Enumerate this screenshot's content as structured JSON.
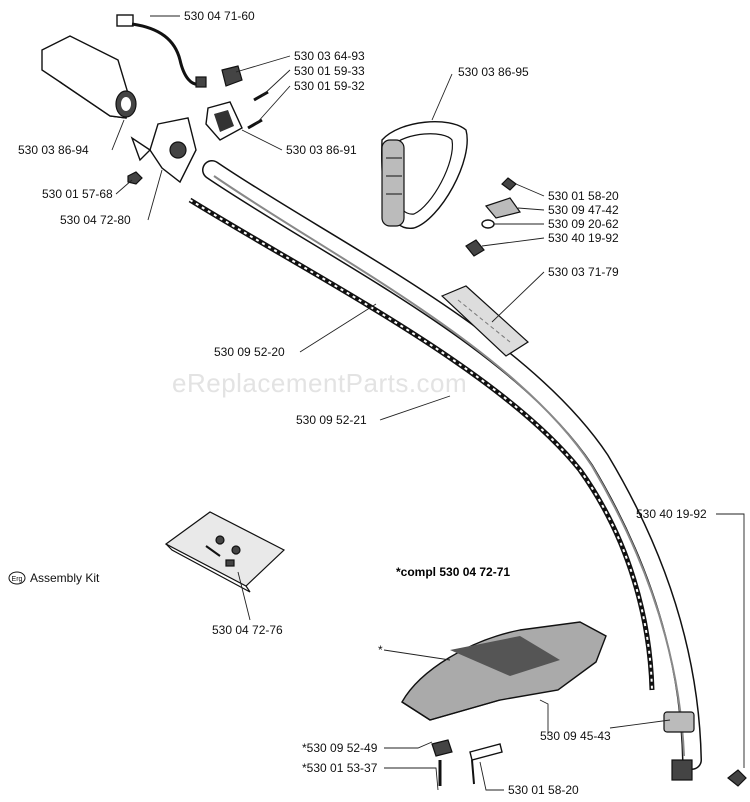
{
  "watermark": "eReplacementParts.com",
  "note_compl": "*compl 530 04 72-71",
  "legend": {
    "badge": "Erg",
    "label": "Assembly Kit"
  },
  "parts": [
    {
      "id": "p1",
      "number": "530 04 71-60"
    },
    {
      "id": "p2",
      "number": "530 03 64-93"
    },
    {
      "id": "p3",
      "number": "530 01 59-33"
    },
    {
      "id": "p4",
      "number": "530 01 59-32"
    },
    {
      "id": "p5",
      "number": "530 03 86-95"
    },
    {
      "id": "p6",
      "number": "530 03 86-94"
    },
    {
      "id": "p7",
      "number": "530 03 86-91"
    },
    {
      "id": "p8",
      "number": "530 01 57-68"
    },
    {
      "id": "p9",
      "number": "530 04 72-80"
    },
    {
      "id": "p10",
      "number": "530 01 58-20"
    },
    {
      "id": "p11",
      "number": "530 09 47-42"
    },
    {
      "id": "p12",
      "number": "530 09 20-62"
    },
    {
      "id": "p13",
      "number": "530 40 19-92"
    },
    {
      "id": "p14",
      "number": "530 03 71-79"
    },
    {
      "id": "p15",
      "number": "530 09 52-20"
    },
    {
      "id": "p16",
      "number": "530 09 52-21"
    },
    {
      "id": "p17",
      "number": "530 40 19-92"
    },
    {
      "id": "p18",
      "number": "530 04 72-76"
    },
    {
      "id": "p19",
      "number": "*"
    },
    {
      "id": "p20",
      "number": "*530 09 52-49"
    },
    {
      "id": "p21",
      "number": "*530 01 53-37"
    },
    {
      "id": "p22",
      "number": "530 01 58-20"
    },
    {
      "id": "p23",
      "number": "530 09 45-43"
    }
  ]
}
